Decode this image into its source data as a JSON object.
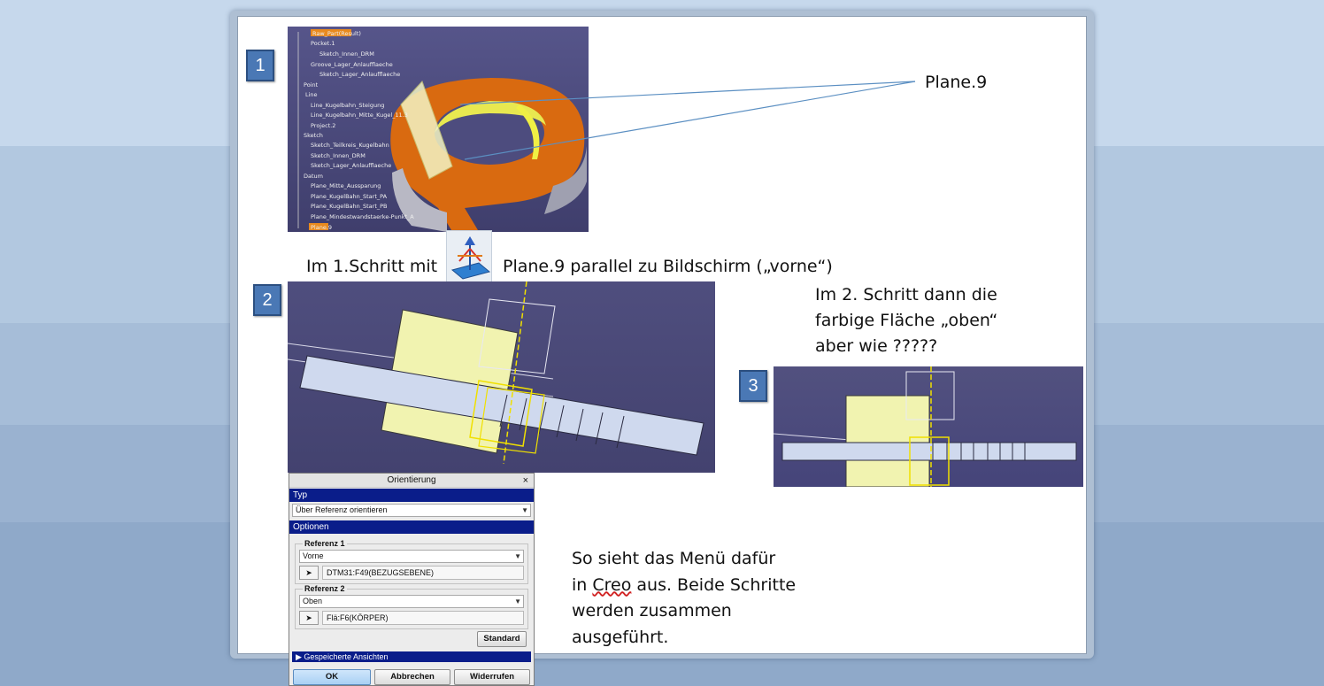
{
  "steps": {
    "s1": "1",
    "s2": "2",
    "s3": "3"
  },
  "annotations": {
    "plane_label": "Plane.9",
    "step1_prefix": "Im 1.Schritt mit",
    "step1_suffix": "Plane.9 parallel zu Bildschirm („vorne“)",
    "step2_line1": "Im 2. Schritt dann die",
    "step2_line2": "farbige Fläche „oben“",
    "step2_line3": "aber wie ?????",
    "menu_line1": "So sieht das Menü dafür",
    "menu_line2_a": "in ",
    "menu_line2_creo": "Creo",
    "menu_line2_b": " aus. Beide Schritte",
    "menu_line3": "werden zusammen",
    "menu_line4": "ausgeführt."
  },
  "tree": {
    "items": [
      "Raw_Part(Result)",
      "Pocket.1",
      "Sketch_Innen_DRM",
      "Groove_Lager_Anlaufflaeche",
      "Sketch_Lager_Anlaufflaeche",
      "Point",
      "Line",
      "Line_Kugelbahn_Steigung",
      "Line_Kugelbahn_Mitte_Kugel_11.3",
      "Project.2",
      "Sketch",
      "Sketch_Teilkreis_Kugelbahn",
      "Sketch_Innen_DRM",
      "Sketch_Lager_Anlaufflaeche",
      "Datum",
      "Plane_Mitte_Aussparung",
      "Plane_KugelBahn_Start_PA",
      "Plane_KugelBahn_Start_PB",
      "Plane_Mindestwandstaerke-Punkt_A",
      "Plane.9"
    ]
  },
  "dialog": {
    "title": "Orientierung",
    "close": "×",
    "typ_header": "Typ",
    "typ_value": "Über Referenz orientieren",
    "options_header": "Optionen",
    "ref1_title": "Referenz 1",
    "ref1_value": "Vorne",
    "ref1_field": "DTM31:F49(BEZUGSEBENE)",
    "ref2_title": "Referenz 2",
    "ref2_value": "Oben",
    "ref2_field": "Flä:F6(KÖRPER)",
    "standard_button": "Standard",
    "saved_views": "Gespeicherte Ansichten",
    "ok_button": "OK",
    "cancel_button": "Abbrechen",
    "undo_button": "Widerrufen"
  },
  "colors": {
    "badge_fill": "#4a78b5",
    "cad_background": "#4b4a7a",
    "part_orange": "#d96a10",
    "plane_yellow": "#f1f3b0",
    "dialog_section": "#0a1d8a"
  },
  "icons": {
    "plane_tool": "plane-orientation-icon",
    "pick": "select-arrow-icon",
    "dropdown": "chevron-down-icon",
    "expand": "triangle-right-icon"
  }
}
